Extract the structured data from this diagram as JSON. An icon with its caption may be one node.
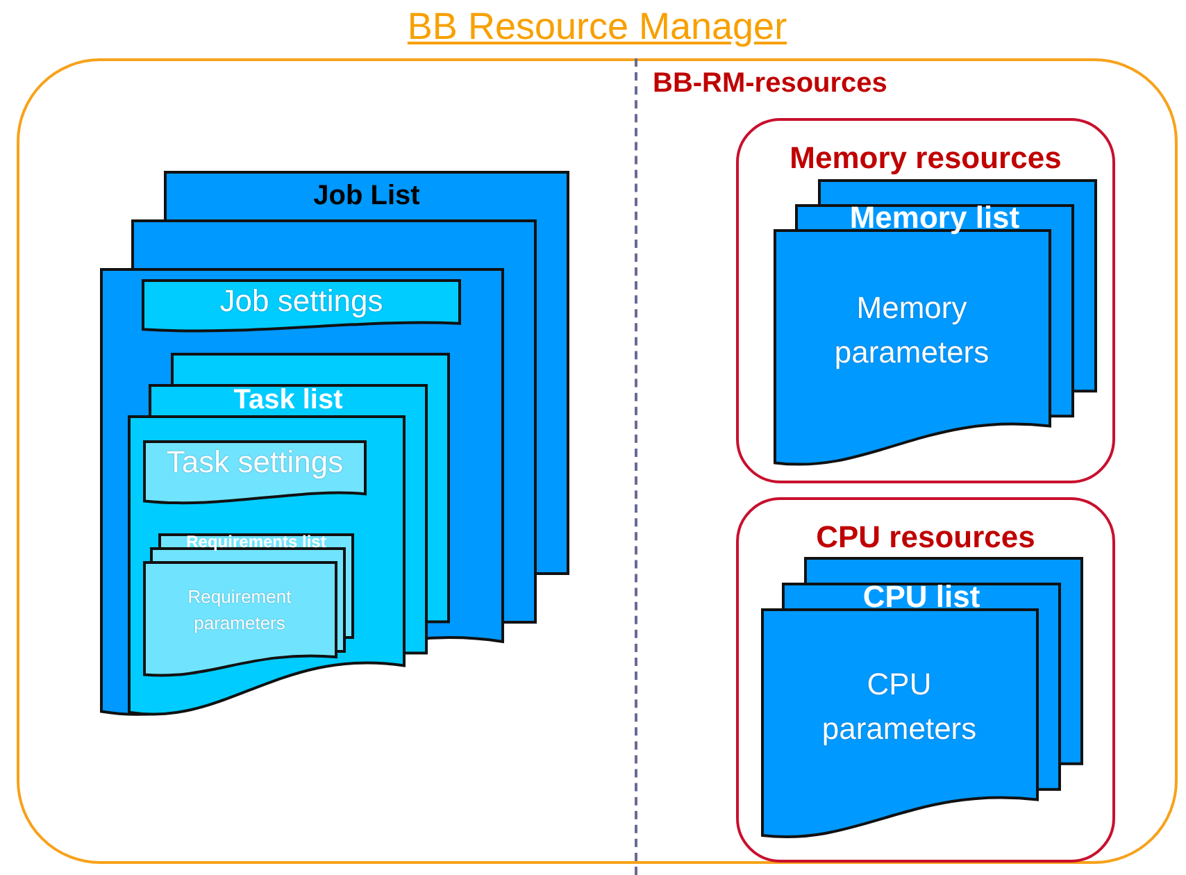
{
  "diagram": {
    "nodes": [
      {
        "text": [
          "BB Resource Manager"
        ]
      },
      {
        "text": [
          "Job List"
        ],
        "in": 0
      },
      {
        "text": [
          "Job settings"
        ],
        "in": 1
      },
      {
        "text": [
          "Task list"
        ],
        "in": 1
      },
      {
        "text": [
          "Task settings"
        ],
        "in": 3
      },
      {
        "text": [
          "Requirements list",
          "Requirement parameters"
        ],
        "in": 3
      },
      {
        "text": [
          "Memory resources"
        ],
        "in": 0
      },
      {
        "text": [
          "Memory list",
          "Memory parameters"
        ],
        "in": 6
      },
      {
        "text": [
          "CPU resources"
        ],
        "in": 0
      },
      {
        "text": [
          "CPU list",
          "CPU parameters"
        ],
        "in": 8
      }
    ],
    "labels": [
      "BB-RM-resources"
    ]
  }
}
